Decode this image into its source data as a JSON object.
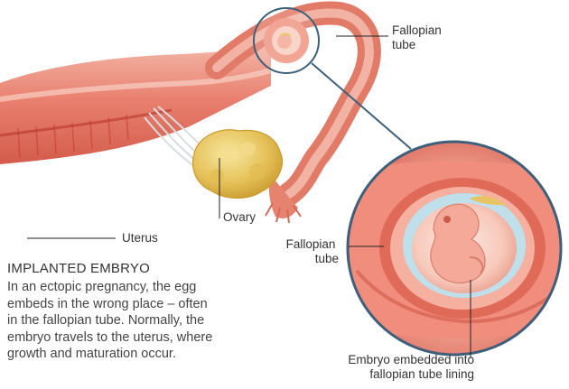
{
  "labels": {
    "fallopian_tube_top": [
      "Fallopian",
      "tube"
    ],
    "ovary": "Ovary",
    "uterus": "Uterus",
    "fallopian_tube_side": [
      "Fallopian",
      "tube"
    ],
    "embryo_embedded": [
      "Embryo embedded into",
      "fallopian tube lining"
    ]
  },
  "caption": {
    "title": "IMPLANTED EMBRYO",
    "lines": [
      "In an ectopic pregnancy, the egg",
      "embeds in the wrong place – often",
      "in the fallopian tube. Normally, the",
      "embryo travels to the uterus, where",
      "growth and maturation occur."
    ]
  },
  "colors": {
    "tissue": "#e98a7a",
    "tissue_light": "#f6c2b4",
    "tissue_dark": "#c9443a",
    "ovary": "#e6c25a",
    "leader_line": "#222222",
    "zoom_ring": "#3e5f7a"
  }
}
